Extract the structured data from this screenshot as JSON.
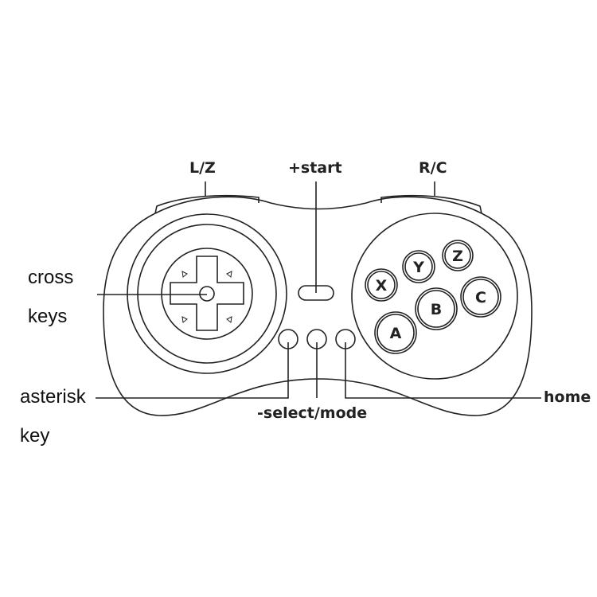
{
  "labels": {
    "lz": "L/Z",
    "start": "+start",
    "rc": "R/C",
    "cross_keys_1": "cross",
    "cross_keys_2": "keys",
    "asterisk_1": "asterisk",
    "asterisk_2": "key",
    "select_mode": "-select/mode",
    "home": "home"
  },
  "buttons": {
    "x": "X",
    "y": "Y",
    "z": "Z",
    "a": "A",
    "b": "B",
    "c": "C"
  },
  "colors": {
    "line": "#222222",
    "background": "#ffffff"
  }
}
